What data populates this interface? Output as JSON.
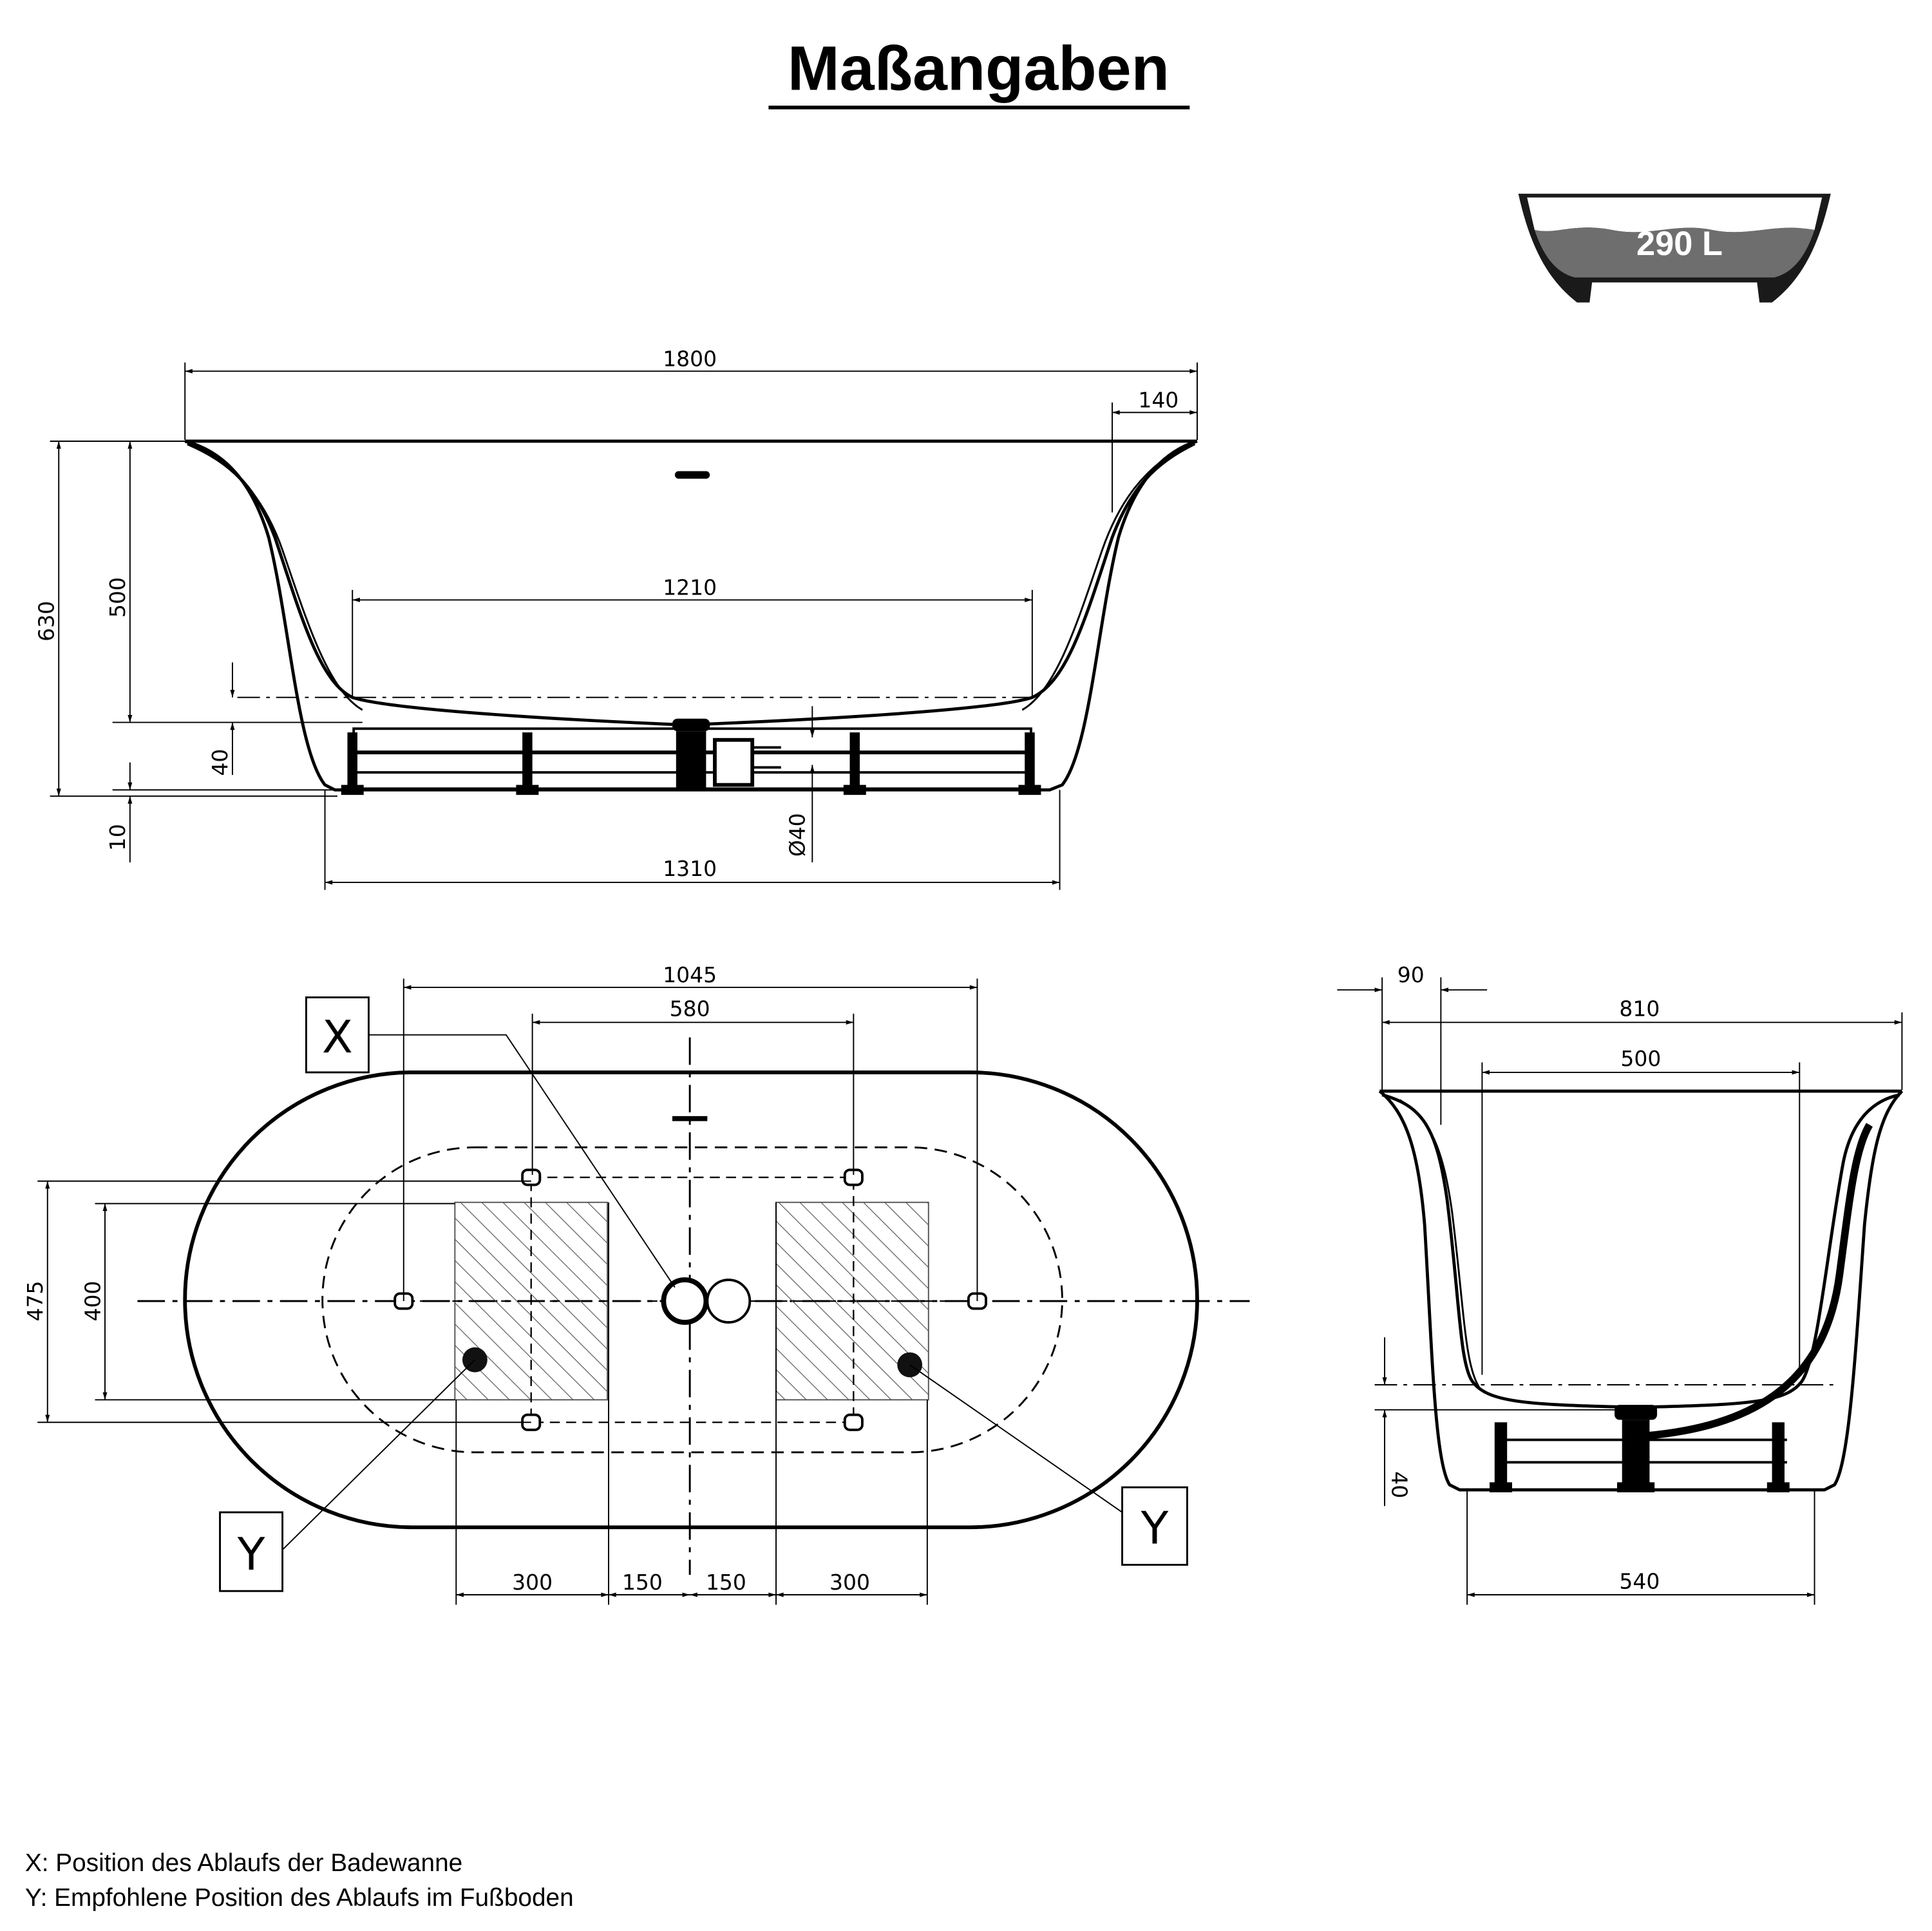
{
  "title": "Maßangaben",
  "volume_badge": {
    "label": "290 L",
    "water_color": "#6e6e6e"
  },
  "front_view": {
    "dims": {
      "overall_length": "1800",
      "rim_width": "140",
      "inner_length": "1210",
      "base_length": "1310",
      "overall_height": "630",
      "inner_depth": "500",
      "floor_offset": "40",
      "foot_height": "10",
      "drain_diameter": "Ø40"
    }
  },
  "top_view": {
    "dims": {
      "feet_outer": "1045",
      "feet_inner": "580",
      "width_outer": "475",
      "width_inner": "400",
      "zone_left": "300",
      "gap_left": "150",
      "gap_right": "150",
      "zone_right": "300"
    },
    "markers": {
      "x": "X",
      "y_left": "Y",
      "y_right": "Y"
    }
  },
  "side_view": {
    "dims": {
      "rim": "90",
      "overall_width": "810",
      "inner_width": "500",
      "base_width": "540",
      "floor_offset": "40"
    }
  },
  "legend": [
    "X: Position des Ablaufs der Badewanne",
    "Y: Empfohlene Position des Ablaufs im Fußboden"
  ]
}
